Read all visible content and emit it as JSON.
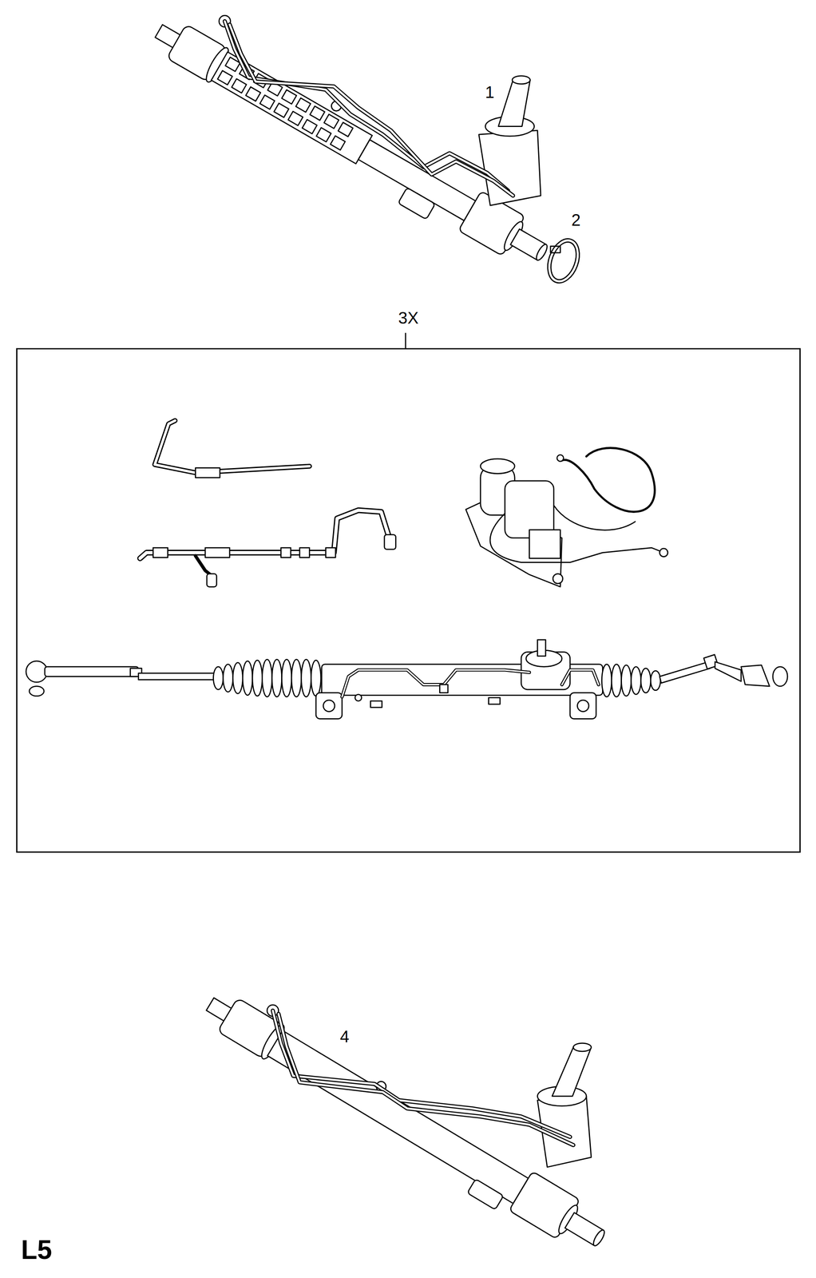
{
  "diagram": {
    "nodes": [
      {
        "text": [
          "3X"
        ]
      }
    ],
    "labels": [
      "1",
      "2",
      "4",
      "L5"
    ]
  }
}
